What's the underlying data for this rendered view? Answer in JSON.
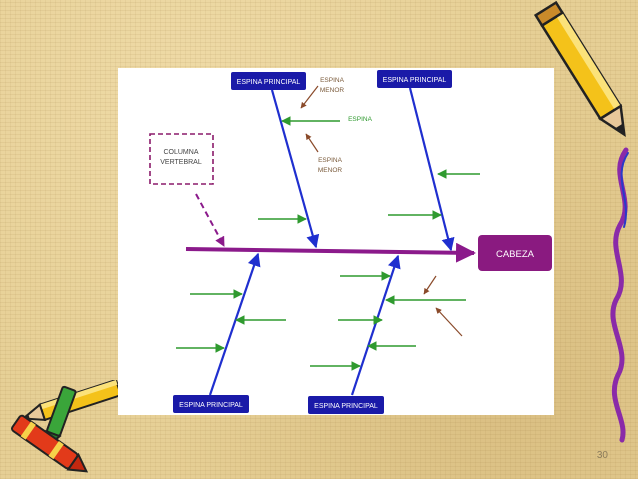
{
  "diagram": {
    "head_label": "CABEZA",
    "principal_bone_label": "ESPINA PRINCIPAL",
    "column_label_line1": "COLUMNA",
    "column_label_line2": "VERTEBRAL",
    "minor_bone_line1": "ESPINA",
    "minor_bone_line2": "MENOR",
    "bone_label": "ESPINA"
  },
  "slide": {
    "page_number": "30"
  },
  "colors": {
    "spine": "#8b1a8b",
    "principal_bone": "#1f2fcf",
    "label_box": "#1a1aa8",
    "head_box": "#8a1a80",
    "minor_arrow": "#2f9a2f",
    "pointer": "#8a4a2a"
  }
}
